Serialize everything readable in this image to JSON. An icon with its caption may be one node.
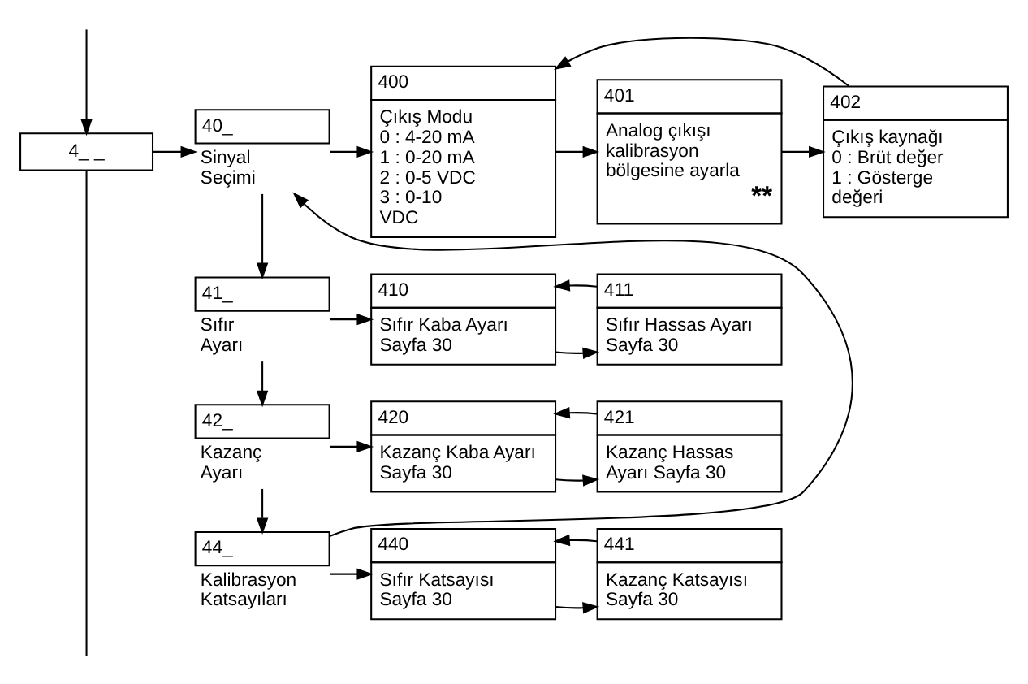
{
  "diagram": {
    "nodes": [
      {
        "text": [
          "4_ _"
        ]
      },
      {
        "text": [
          "40_"
        ],
        "beside": [
          "Sinyal Seçimi"
        ]
      },
      {
        "text": [
          "400",
          "Çıkış Modu 0 : 4-20 mA 1 : 0-20 mA 2 : 0-5 VDC 3 : 0-10 VDC"
        ]
      },
      {
        "text": [
          "401",
          "Analog çıkışı kalibrasyon bölgesine ayarla",
          "**"
        ]
      },
      {
        "text": [
          "402",
          "Çıkış kaynağı 0 : Brüt değer 1 : Gösterge değeri"
        ]
      },
      {
        "text": [
          "41_"
        ],
        "beside": [
          "Sıfır Ayarı"
        ]
      },
      {
        "text": [
          "410",
          "Sıfır Kaba Ayarı Sayfa 30"
        ]
      },
      {
        "text": [
          "411",
          "Sıfır Hassas Ayarı Sayfa 30"
        ]
      },
      {
        "text": [
          "42_"
        ],
        "beside": [
          "Kazanç Ayarı"
        ]
      },
      {
        "text": [
          "420",
          "Kazanç Kaba Ayarı Sayfa 30"
        ]
      },
      {
        "text": [
          "421",
          "Kazanç Hassas Ayarı Sayfa 30"
        ]
      },
      {
        "text": [
          "44_"
        ],
        "beside": [
          "Kalibrasyon Katsayıları"
        ]
      },
      {
        "text": [
          "440",
          "Sıfır Katsayısı Sayfa 30"
        ]
      },
      {
        "text": [
          "441",
          "Kazanç Katsayısı Sayfa 30"
        ]
      }
    ],
    "edges": [
      {
        "from": 0,
        "to": null,
        "arrow": "none"
      },
      {
        "from": null,
        "to": 0,
        "arrow": "to"
      },
      {
        "from": 0,
        "to": 1,
        "arrow": "to"
      },
      {
        "from": 1,
        "to": 2,
        "arrow": "to"
      },
      {
        "from": 2,
        "to": 3,
        "arrow": "to"
      },
      {
        "from": 3,
        "to": 4,
        "arrow": "to"
      },
      {
        "from": 4,
        "to": 2,
        "arrow": "to"
      },
      {
        "from": 1,
        "to": 5,
        "arrow": "to"
      },
      {
        "from": 5,
        "to": 6,
        "arrow": "to"
      },
      {
        "from": 6,
        "to": 7,
        "arrow": "to"
      },
      {
        "from": 7,
        "to": 6,
        "arrow": "to"
      },
      {
        "from": 5,
        "to": 8,
        "arrow": "to"
      },
      {
        "from": 8,
        "to": 9,
        "arrow": "to"
      },
      {
        "from": 9,
        "to": 10,
        "arrow": "to"
      },
      {
        "from": 10,
        "to": 9,
        "arrow": "to"
      },
      {
        "from": 8,
        "to": 11,
        "arrow": "to"
      },
      {
        "from": 11,
        "to": 12,
        "arrow": "to"
      },
      {
        "from": 12,
        "to": 13,
        "arrow": "to"
      },
      {
        "from": 13,
        "to": 12,
        "arrow": "to"
      },
      {
        "from": 11,
        "to": 1,
        "arrow": "to"
      }
    ]
  }
}
